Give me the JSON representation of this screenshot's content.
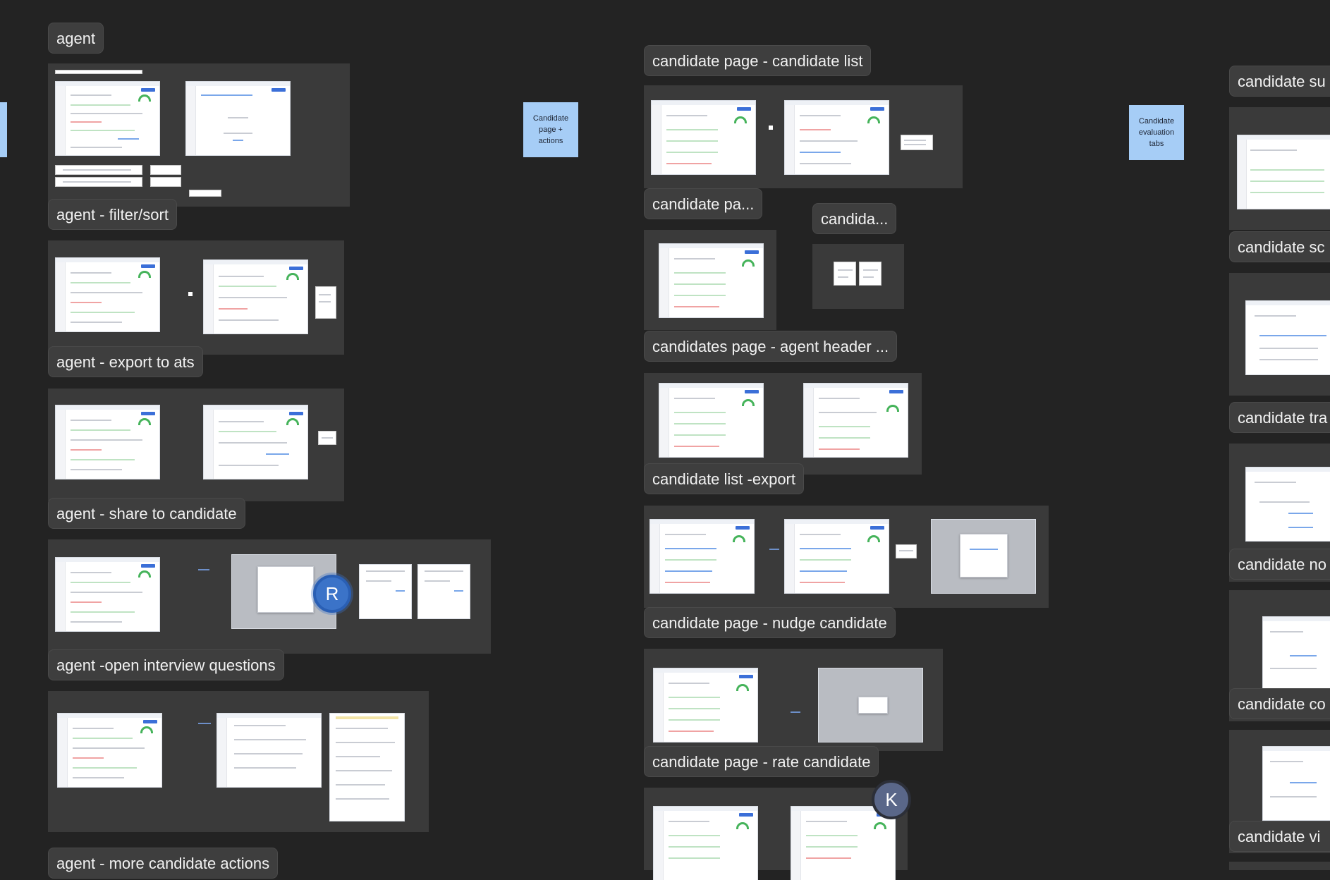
{
  "canvas": {
    "background": "#232323",
    "frame_color": "#3a3a3a",
    "label_color": "#3e3e3e",
    "sticky_color": "#a6cdf6"
  },
  "sections": {
    "agent": "agent",
    "agent_filter_sort": "agent -  filter/sort",
    "agent_export_ats": "agent -  export to ats",
    "agent_share": "agent - share to candidate",
    "agent_interview": "agent -open interview questions",
    "agent_more": "agent - more candidate actions",
    "cand_list": "candidate page - candidate list",
    "cand_pa": "candidate pa...",
    "candida": "candida...",
    "agent_header": "candidates page - agent header ...",
    "list_export": "candidate list -export",
    "nudge": "candidate page - nudge candidate",
    "rate": "candidate page - rate candidate",
    "cand_su": "candidate su",
    "cand_sc": "candidate sc",
    "cand_tra": "candidate tra",
    "cand_no": "candidate no",
    "cand_co": "candidate co",
    "cand_vi": "candidate vi"
  },
  "stickies": {
    "page_actions": "Candidate page + actions",
    "eval_tabs": "Candidate evaluation tabs"
  },
  "avatars": {
    "r": "R",
    "k": "K"
  }
}
